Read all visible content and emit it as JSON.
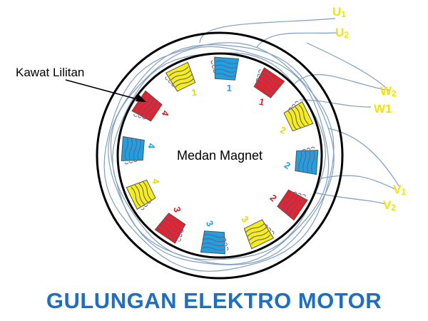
{
  "title": "GULUNGAN ELEKTRO MOTOR",
  "center_label": "Medan Magnet",
  "callout_label": "Kawat Lilitan",
  "colors": {
    "red": "#e8202a",
    "yellow": "#f5ef16",
    "blue": "#1fa1e0",
    "wire": "#7f9ec0",
    "title": "#1f6fc0",
    "terminal_text": "#f2e600",
    "num_red": "#d0202a",
    "num_yellow": "#e6da00",
    "num_blue": "#1aa0dc"
  },
  "terminals": [
    {
      "id": "U1",
      "letter": "U",
      "sub": "1"
    },
    {
      "id": "U2",
      "letter": "U",
      "sub": "2"
    },
    {
      "id": "W2",
      "letter": "W",
      "sub": "2"
    },
    {
      "id": "W1",
      "letter": "W1",
      "sub": ""
    },
    {
      "id": "V1",
      "letter": "V",
      "sub": "1"
    },
    {
      "id": "V2",
      "letter": "V",
      "sub": "2"
    }
  ],
  "coils": [
    {
      "color": "yellow",
      "number": "1"
    },
    {
      "color": "blue",
      "number": "1"
    },
    {
      "color": "red",
      "number": "1"
    },
    {
      "color": "yellow",
      "number": "2"
    },
    {
      "color": "blue",
      "number": "2"
    },
    {
      "color": "red",
      "number": "2"
    },
    {
      "color": "yellow",
      "number": "3"
    },
    {
      "color": "blue",
      "number": "3"
    },
    {
      "color": "red",
      "number": "3"
    },
    {
      "color": "yellow",
      "number": "4"
    },
    {
      "color": "blue",
      "number": "4"
    },
    {
      "color": "red",
      "number": "4"
    }
  ]
}
